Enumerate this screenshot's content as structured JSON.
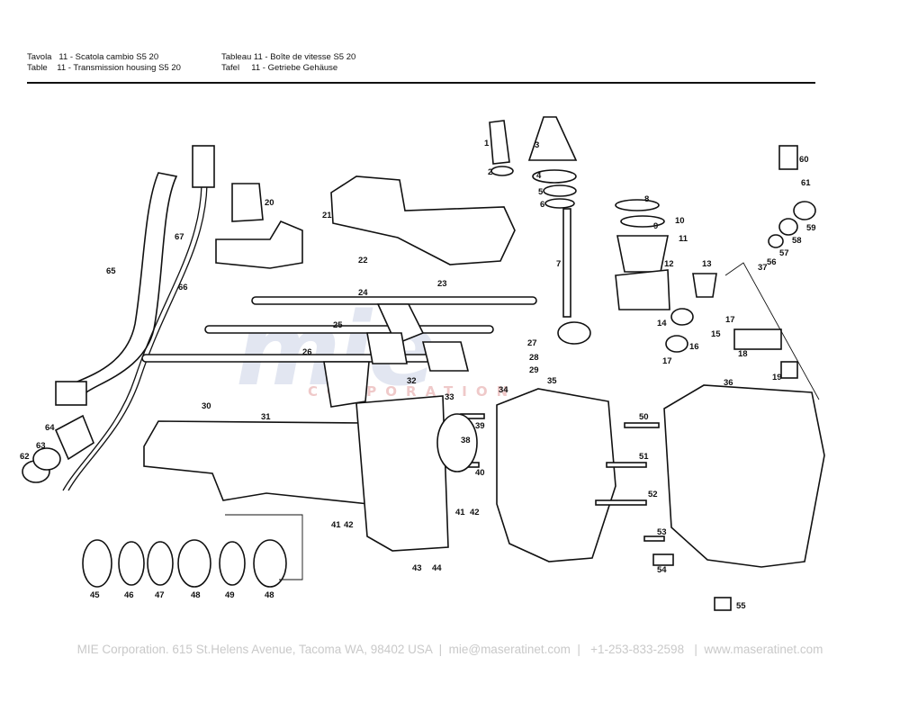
{
  "header": {
    "rows_left": [
      "Tavola   11 - Scatola cambio S5 20",
      "Table    11 - Transmission housing S5 20"
    ],
    "rows_right": [
      "Tableau 11 - Boîte de vitesse S5 20",
      "Tafel     11 - Getriebe Gehäuse"
    ]
  },
  "watermark": {
    "logo": "mie",
    "subtitle": "CORPORATION"
  },
  "callouts": [
    "1",
    "2",
    "3",
    "4",
    "5",
    "6",
    "7",
    "8",
    "9",
    "10",
    "11",
    "12",
    "13",
    "14",
    "15",
    "16",
    "17",
    "18",
    "19",
    "20",
    "21",
    "22",
    "23",
    "24",
    "25",
    "26",
    "27",
    "28",
    "29",
    "30",
    "31",
    "32",
    "33",
    "34",
    "35",
    "36",
    "37",
    "38",
    "39",
    "40",
    "41",
    "42",
    "43",
    "44",
    "45",
    "46",
    "47",
    "48",
    "49",
    "50",
    "51",
    "52",
    "53",
    "54",
    "55",
    "56",
    "57",
    "58",
    "59",
    "60",
    "61",
    "62",
    "63",
    "64",
    "65",
    "66",
    "67"
  ],
  "footer": {
    "text": "MIE Corporation. 615 St.Helens Avenue, Tacoma WA, 98402 USA  |  mie@maseratinet.com  |   +1-253-833-2598   |  www.maseratinet.com"
  }
}
